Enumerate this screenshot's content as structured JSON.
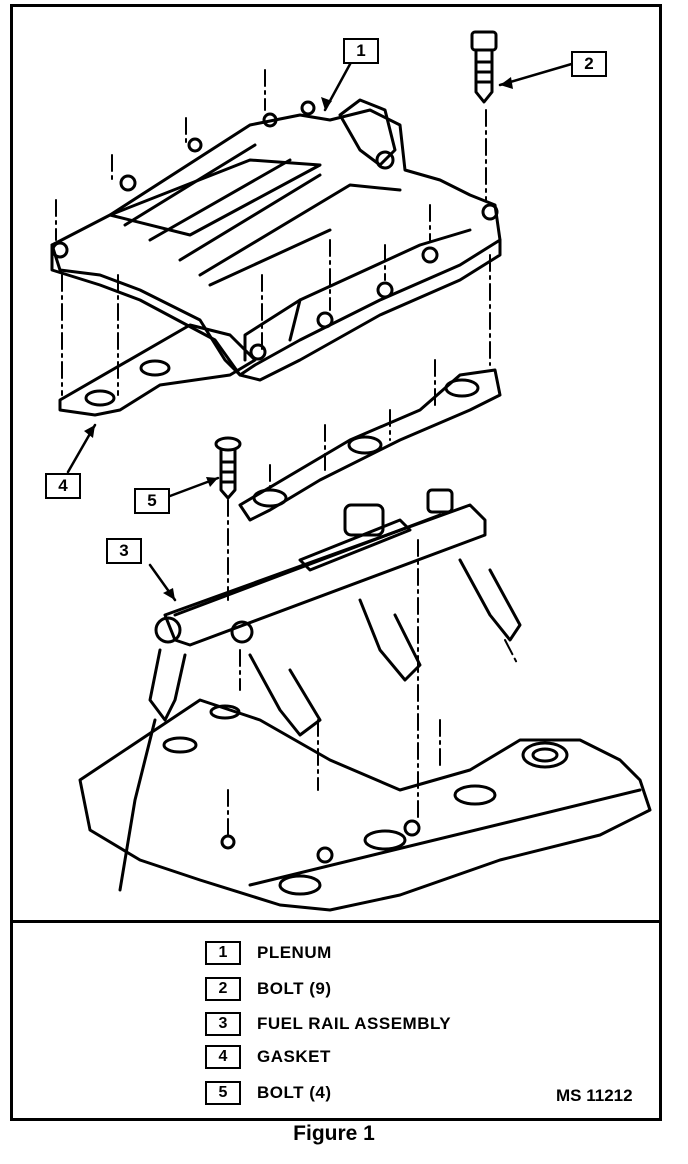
{
  "callouts": {
    "c1": "1",
    "c2": "2",
    "c3": "3",
    "c4": "4",
    "c5": "5"
  },
  "legend": [
    {
      "num": "1",
      "label": "PLENUM"
    },
    {
      "num": "2",
      "label": "BOLT (9)"
    },
    {
      "num": "3",
      "label": "FUEL RAIL ASSEMBLY"
    },
    {
      "num": "4",
      "label": "GASKET"
    },
    {
      "num": "5",
      "label": "BOLT (4)"
    }
  ],
  "figure_id": "MS 11212",
  "caption": "Figure 1"
}
